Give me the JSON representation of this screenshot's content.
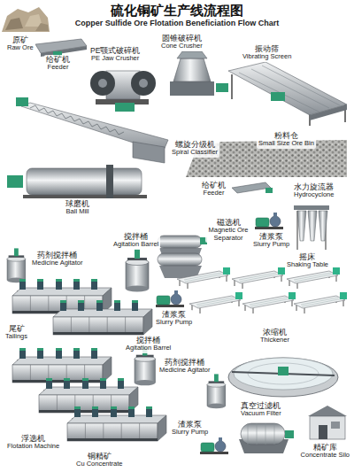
{
  "diagram": {
    "title": "硫化铜矿生产线流程图",
    "nodes": [
      {
        "text": [
          "原矿",
          "Raw Ore"
        ]
      },
      {
        "text": [
          "给矿机",
          "Feeder"
        ]
      },
      {
        "text": [
          "PE颚式破碎机",
          "PE Jaw Crusher"
        ]
      },
      {
        "text": [
          "圆锥破碎机",
          "Cone Crusher"
        ]
      },
      {
        "text": [
          "振动筛",
          "Vibrating Screen"
        ]
      },
      {
        "text": [
          "螺旋分级机",
          "Spiral Classifier"
        ]
      },
      {
        "text": [
          "粉料仓",
          "Small Size Ore Bin"
        ]
      },
      {
        "text": [
          "球磨机",
          "Ball Mill"
        ]
      },
      {
        "text": [
          "给矿机",
          "Feeder"
        ]
      },
      {
        "text": [
          "水力旋流器",
          "Hydrocyclone"
        ]
      },
      {
        "text": [
          "磁选机",
          "Magnetic Ore Separator"
        ]
      },
      {
        "text": [
          "渣浆泵",
          "Slurry Pump"
        ]
      },
      {
        "text": [
          "搅拌桶",
          "Agitation Barrel"
        ]
      },
      {
        "text": [
          "药剂搅拌桶",
          "Medicine Agitator"
        ]
      },
      {
        "text": [
          "摇床",
          "Shaking Table"
        ]
      },
      {
        "text": [
          "渣浆泵",
          "Slurry Pump"
        ]
      },
      {
        "text": [
          "尾矿",
          "Tailings"
        ]
      },
      {
        "text": [
          "浓缩机",
          "Thickener"
        ]
      },
      {
        "text": [
          "搅拌桶",
          "Agitation Barrel"
        ]
      },
      {
        "text": [
          "药剂搅拌桶",
          "Medicine Agitator"
        ]
      },
      {
        "text": [
          "真空过滤机",
          "Vacuum Filter"
        ]
      },
      {
        "text": [
          "渣浆泵",
          "Slurry Pump"
        ]
      },
      {
        "text": [
          "浮选机",
          "Flotation Machine"
        ]
      },
      {
        "text": [
          "精矿库",
          "Concentrate Silo"
        ]
      },
      {
        "text": [
          "铜精矿",
          "Cu Concentrate"
        ]
      }
    ],
    "labels": [
      "Copper Sulfide Ore Flotation Beneficiation Flow Chart"
    ]
  }
}
